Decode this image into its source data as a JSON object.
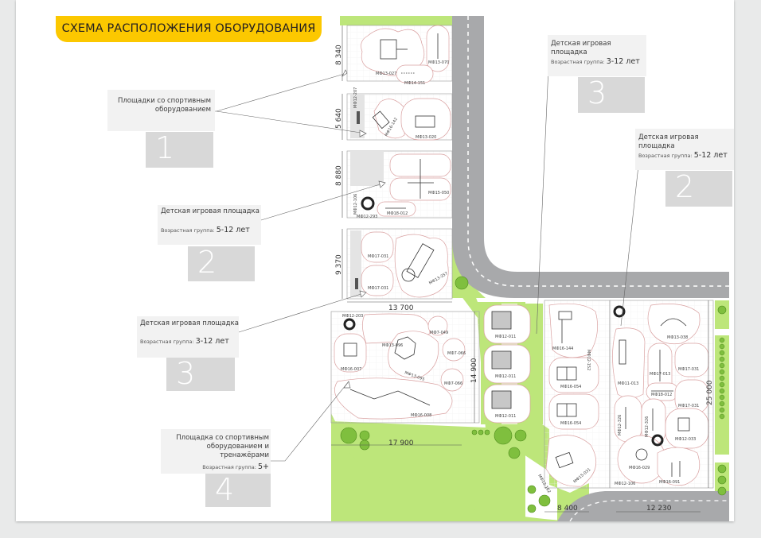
{
  "title": "СХЕМА РАСПОЛОЖЕНИЯ ОБОРУДОВАНИЯ",
  "colors": {
    "title_bar": "#fcc800",
    "lawn": "#bde67a",
    "road": "#a8a9ab",
    "callout_head": "#f2f2f2",
    "callout_number": "#d8d8d8",
    "zone_outline": "#d9a0a0"
  },
  "callouts": [
    {
      "id": "left-1",
      "name": "Площадки со спортивным оборудованием",
      "age_label": "",
      "age_value": "",
      "number": "1"
    },
    {
      "id": "left-2",
      "name": "Детская игровая площадка",
      "age_label": "Возрастная группа:",
      "age_value": "5-12 лет",
      "number": "2"
    },
    {
      "id": "left-3",
      "name": "Детская игровая площадка",
      "age_label": "Возрастная группа:",
      "age_value": "3-12 лет",
      "number": "3"
    },
    {
      "id": "left-4",
      "name": "Площадка со спортивным оборудованием и тренажёрами",
      "age_label": "Возрастная группа:",
      "age_value": "5+",
      "number": "4"
    },
    {
      "id": "right-3",
      "name": "Детская игровая площадка",
      "age_label": "Возрастная группа:",
      "age_value": "3-12 лет",
      "number": "3"
    },
    {
      "id": "right-2",
      "name": "Детская игровая площадка",
      "age_label": "Возрастная группа:",
      "age_value": "5-12 лет",
      "number": "2"
    }
  ],
  "dimensions": {
    "d1": "8 340",
    "d2": "5 640",
    "d3": "8 880",
    "d4": "9 370",
    "d5": "13 700",
    "d6": "14 900",
    "d7": "17 900",
    "d8": "8 400",
    "d9": "12 230",
    "d10": "25 000"
  },
  "equipment": {
    "e1": "МФ13-027",
    "e2": "МФ13-070",
    "e3": "МФ14-151",
    "e4": "МФ12-207",
    "e5": "МФ16-142",
    "e6": "МФ13-020",
    "e7": "МФ15-050",
    "e8": "МФ18-012",
    "e9": "МФ12-106",
    "e10": "МФ12-293",
    "e11": "МФ17-031",
    "e12": "МФ17-031",
    "e13": "МФ13-357",
    "e14": "МФ12-203",
    "e15": "МФ13-096",
    "e16": "МФ7-049",
    "e17": "МФ7-066",
    "e18": "МФ7-066",
    "e19": "МФ16-007",
    "e20": "МФ13-095",
    "e21": "МФ16-008",
    "e22": "МФ12-011",
    "e23": "МФ12-011",
    "e24": "МФ12-011",
    "e25": "МФ16-144",
    "e26": "МФ12-152",
    "e27": "МФ16-054",
    "e28": "МФ16-054",
    "e29": "МФ15-031",
    "e30": "МФ12-162",
    "e31": "МФ13-038",
    "e32": "МФ11-013",
    "e33": "МФ17-013",
    "e34": "МФ17-031",
    "e35": "МФ18-012",
    "e36": "МФ17-031",
    "e37": "МФ12-326",
    "e38": "МФ12-326",
    "e39": "МФ12-033",
    "e40": "МФ16-029",
    "e41": "МФ12-106",
    "e42": "МФ16-091"
  }
}
